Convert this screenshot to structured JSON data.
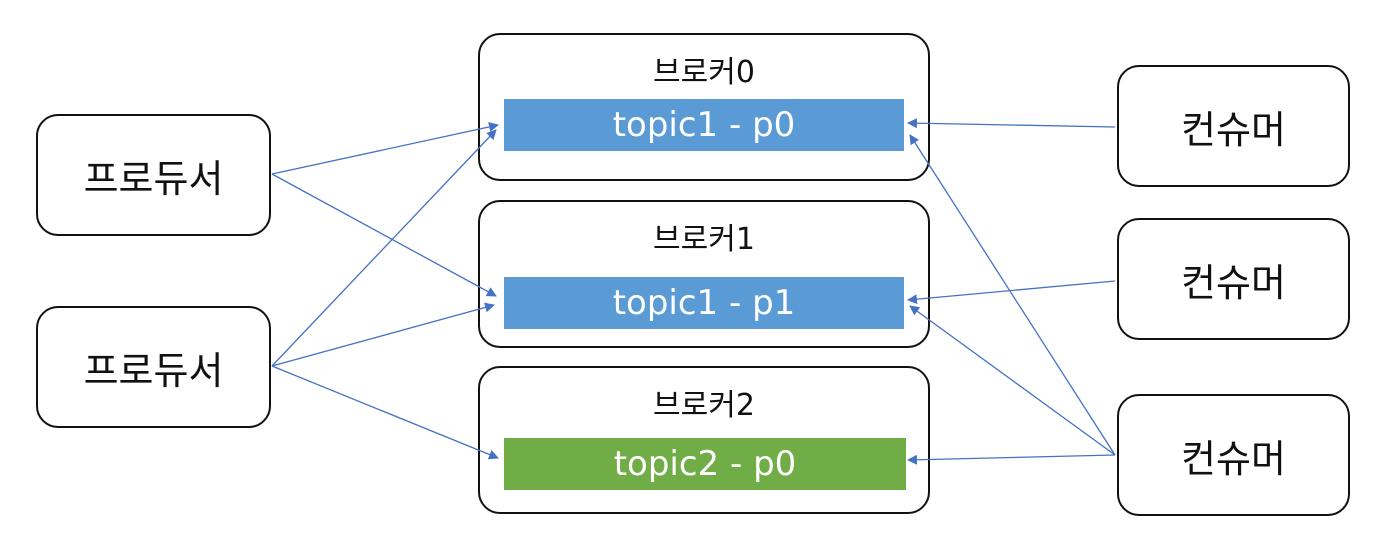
{
  "producers": [
    {
      "label": "프로듀서"
    },
    {
      "label": "프로듀서"
    }
  ],
  "brokers": [
    {
      "title": "브로커0",
      "partition": {
        "label": "topic1 - p0",
        "color": "#5b9bd5"
      }
    },
    {
      "title": "브로커1",
      "partition": {
        "label": "topic1 - p1",
        "color": "#5b9bd5"
      }
    },
    {
      "title": "브로커2",
      "partition": {
        "label": "topic2 - p0",
        "color": "#70ad47"
      }
    }
  ],
  "consumers": [
    {
      "label": "컨슈머"
    },
    {
      "label": "컨슈머"
    },
    {
      "label": "컨슈머"
    }
  ],
  "colors": {
    "arrow": "#4472c4",
    "border": "#111111"
  },
  "connections": [
    {
      "from": "producer-0",
      "to": "partition-0"
    },
    {
      "from": "producer-0",
      "to": "partition-1"
    },
    {
      "from": "producer-1",
      "to": "partition-0"
    },
    {
      "from": "producer-1",
      "to": "partition-1"
    },
    {
      "from": "producer-1",
      "to": "partition-2"
    },
    {
      "from": "consumer-0",
      "to": "partition-0"
    },
    {
      "from": "consumer-1",
      "to": "partition-1"
    },
    {
      "from": "consumer-2",
      "to": "partition-0"
    },
    {
      "from": "consumer-2",
      "to": "partition-1"
    },
    {
      "from": "consumer-2",
      "to": "partition-2"
    }
  ]
}
